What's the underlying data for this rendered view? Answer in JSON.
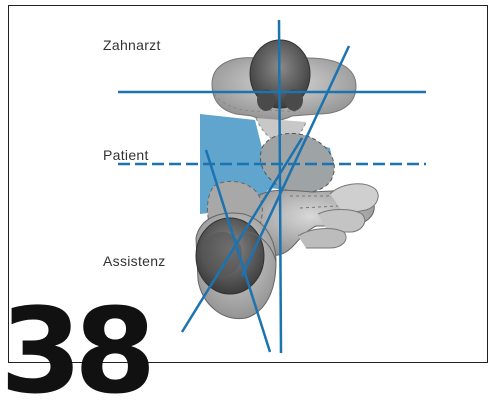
{
  "labels": {
    "dentist": "Zahnarzt",
    "patient": "Patient",
    "assistant": "Assistenz"
  },
  "page_number": "38",
  "colors": {
    "line": "#1b73b0",
    "blue_area": "#4a9ac9",
    "figure": "#8c8c8c",
    "figure_light": "#b4b4b4",
    "figure_dark": "#4a4a4a",
    "frame": "#222222"
  }
}
